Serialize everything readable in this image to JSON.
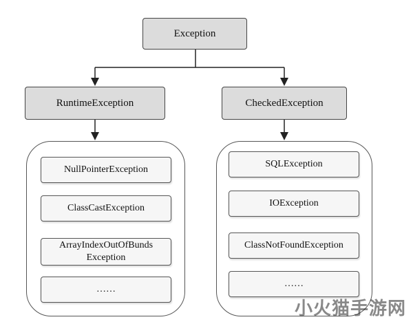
{
  "diagram": {
    "root": "Exception",
    "left_branch": {
      "title": "RuntimeException",
      "items": [
        "NullPointerException",
        "ClassCastException",
        "ArrayIndexOutOfBunds\nException",
        "……"
      ]
    },
    "right_branch": {
      "title": "CheckedException",
      "items": [
        "SQLException",
        "IOException",
        "ClassNotFoundException",
        "……"
      ]
    }
  },
  "watermark": "小火猫手游网"
}
